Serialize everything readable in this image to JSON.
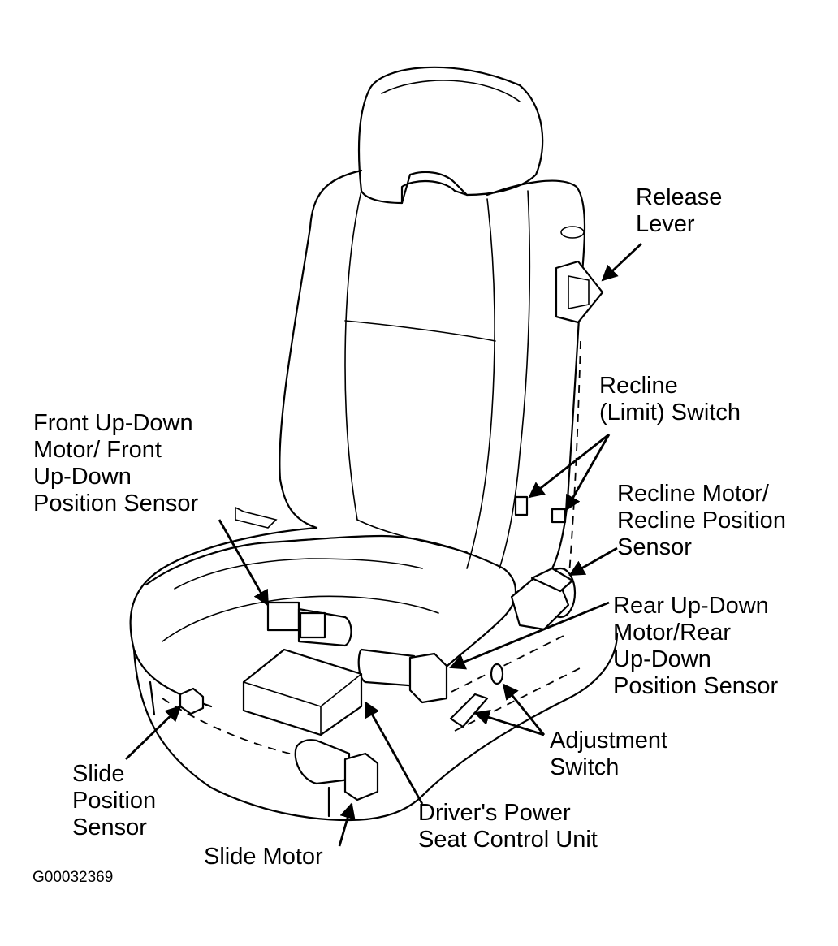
{
  "labels": {
    "release_lever": [
      "Release",
      "Lever"
    ],
    "recline_limit_switch": [
      "Recline",
      "(Limit) Switch"
    ],
    "recline_motor": [
      "Recline Motor/",
      "Recline Position",
      "Sensor"
    ],
    "rear_updown": [
      "Rear Up-Down",
      "Motor/Rear",
      "Up-Down",
      "Position Sensor"
    ],
    "adjustment_switch": [
      "Adjustment",
      "Switch"
    ],
    "control_unit": [
      "Driver's Power",
      "Seat Control Unit"
    ],
    "slide_motor": [
      "Slide Motor"
    ],
    "slide_position_sensor": [
      "Slide",
      "Position",
      "Sensor"
    ],
    "front_updown": [
      "Front Up-Down",
      "Motor/ Front",
      "Up-Down",
      "Position Sensor"
    ]
  },
  "figure_code": "G00032369"
}
